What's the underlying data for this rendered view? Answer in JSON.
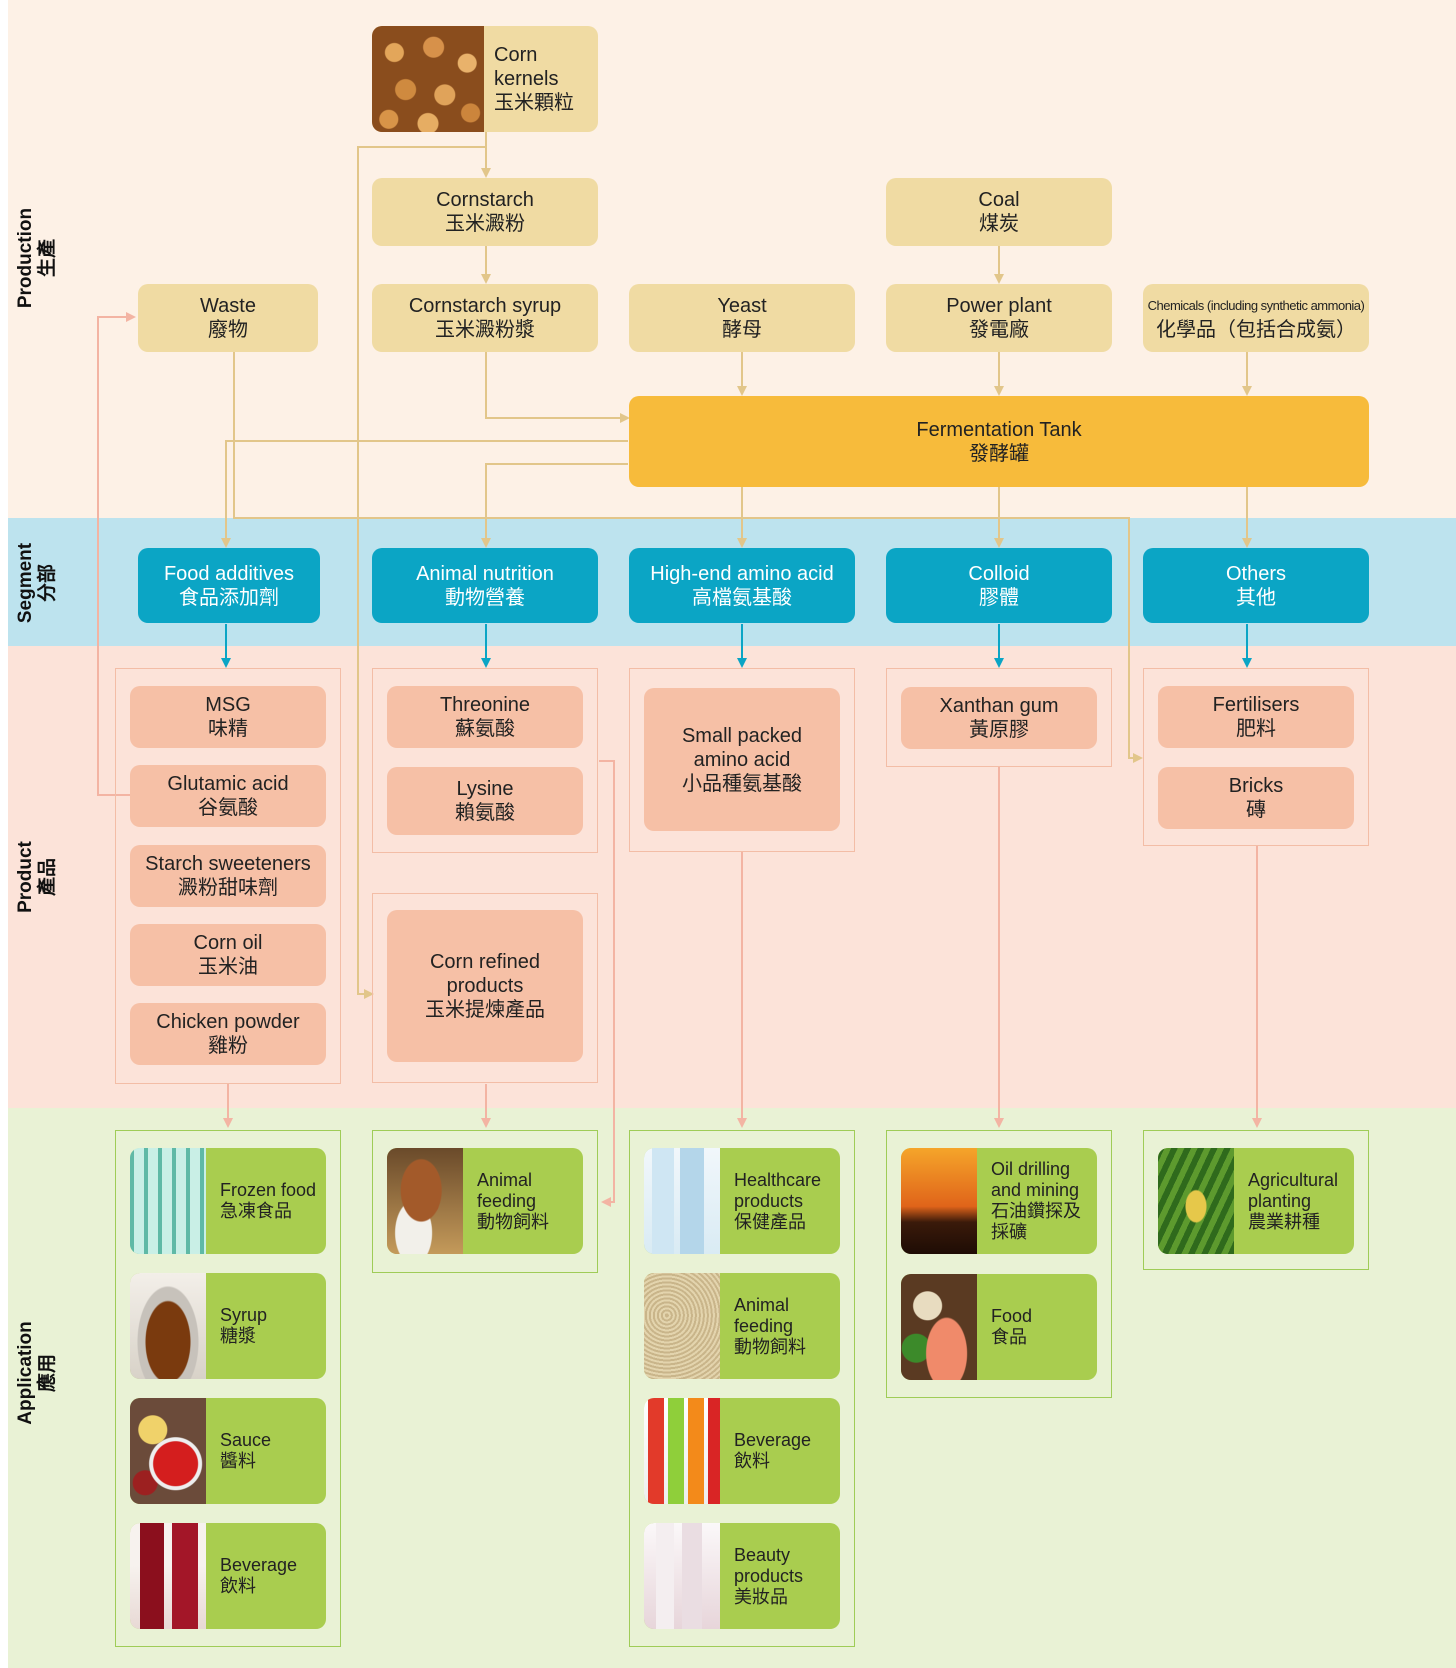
{
  "bands": {
    "production": {
      "en": "Production",
      "zh": "生產"
    },
    "segment": {
      "en": "Segment",
      "zh": "分部"
    },
    "product": {
      "en": "Product",
      "zh": "產品"
    },
    "application": {
      "en": "Application",
      "zh": "應用"
    }
  },
  "production": {
    "corn": {
      "en1": "Corn",
      "en2": "kernels",
      "zh": "玉米顆粒"
    },
    "cornstarch": {
      "en": "Cornstarch",
      "zh": "玉米澱粉"
    },
    "coal": {
      "en": "Coal",
      "zh": "煤炭"
    },
    "waste": {
      "en": "Waste",
      "zh": "廢物"
    },
    "syrup": {
      "en": "Cornstarch syrup",
      "zh": "玉米澱粉漿"
    },
    "yeast": {
      "en": "Yeast",
      "zh": "酵母"
    },
    "power": {
      "en": "Power plant",
      "zh": "發電廠"
    },
    "chemicals": {
      "en": "Chemicals (including synthetic ammonia)",
      "zh": "化學品（包括合成氨）"
    },
    "tank": {
      "en": "Fermentation Tank",
      "zh": "發酵罐"
    }
  },
  "segments": [
    {
      "en": "Food additives",
      "zh": "食品添加劑"
    },
    {
      "en": "Animal nutrition",
      "zh": "動物營養"
    },
    {
      "en": "High-end amino acid",
      "zh": "高檔氨基酸"
    },
    {
      "en": "Colloid",
      "zh": "膠體"
    },
    {
      "en": "Others",
      "zh": "其他"
    }
  ],
  "products": {
    "food": [
      {
        "en": "MSG",
        "zh": "味精"
      },
      {
        "en": "Glutamic acid",
        "zh": "谷氨酸"
      },
      {
        "en": "Starch sweeteners",
        "zh": "澱粉甜味劑"
      },
      {
        "en": "Corn oil",
        "zh": "玉米油"
      },
      {
        "en": "Chicken powder",
        "zh": "雞粉"
      }
    ],
    "animal": [
      {
        "en": "Threonine",
        "zh": "蘇氨酸"
      },
      {
        "en": "Lysine",
        "zh": "賴氨酸"
      }
    ],
    "corn_refined": {
      "en1": "Corn refined",
      "en2": "products",
      "zh": "玉米提煉產品"
    },
    "amino": {
      "en1": "Small packed",
      "en2": "amino acid",
      "zh": "小品種氨基酸"
    },
    "colloid": {
      "en": "Xanthan gum",
      "zh": "黃原膠"
    },
    "others": [
      {
        "en": "Fertilisers",
        "zh": "肥料"
      },
      {
        "en": "Bricks",
        "zh": "磚"
      }
    ]
  },
  "applications": {
    "food": [
      {
        "en": [
          "Frozen food"
        ],
        "zh": "急凍食品",
        "icon": "frozen-food-photo"
      },
      {
        "en": [
          "Syrup"
        ],
        "zh": "糖漿",
        "icon": "syrup-photo"
      },
      {
        "en": [
          "Sauce"
        ],
        "zh": "醬料",
        "icon": "sauce-photo"
      },
      {
        "en": [
          "Beverage"
        ],
        "zh": "飲料",
        "icon": "beverage-photo"
      }
    ],
    "animal": [
      {
        "en": [
          "Animal",
          "feeding"
        ],
        "zh": "動物飼料",
        "icon": "chicken-photo"
      }
    ],
    "amino": [
      {
        "en": [
          "Healthcare",
          "products"
        ],
        "zh": "保健產品",
        "icon": "healthcare-bottles-photo"
      },
      {
        "en": [
          "Animal",
          "feeding"
        ],
        "zh": "動物飼料",
        "icon": "feed-grain-photo"
      },
      {
        "en": [
          "Beverage"
        ],
        "zh": "飲料",
        "icon": "soda-bottles-photo"
      },
      {
        "en": [
          "Beauty",
          "products"
        ],
        "zh": "美妝品",
        "icon": "cosmetics-photo"
      }
    ],
    "colloid": [
      {
        "en": [
          "Oil drilling",
          "and mining"
        ],
        "zh": "石油鑽探及採礦",
        "icon": "oil-rig-photo"
      },
      {
        "en": [
          "Food"
        ],
        "zh": "食品",
        "icon": "food-photo"
      }
    ],
    "others": [
      {
        "en": [
          "Agricultural",
          "planting"
        ],
        "zh": "農業耕種",
        "icon": "corn-field-photo"
      }
    ]
  },
  "colors": {
    "production_bg": "#fdf1e6",
    "segment_bg": "#bde3ee",
    "product_bg": "#fce3d9",
    "application_bg": "#e9f2d5",
    "production_box": "#f0dba3",
    "tank": "#f7bb3b",
    "segment_box": "#0ba5c5",
    "product_box": "#f6c0a6",
    "application_box": "#a9cd4f",
    "arrow_gold": "#e2c68a",
    "arrow_teal": "#0ba5c5",
    "arrow_pink": "#f3b4a3"
  }
}
